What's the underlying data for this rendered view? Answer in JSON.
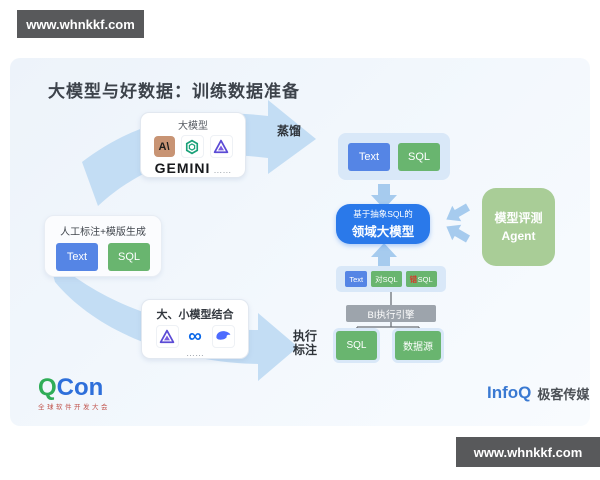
{
  "watermarks": {
    "top": "www.whnkkf.com",
    "bottom": "www.whnkkf.com"
  },
  "title": "大模型与好数据：训练数据准备",
  "llm_box": {
    "label": "大模型",
    "brand": "GEMINI",
    "more": "……"
  },
  "labels": {
    "distill": "蒸馏",
    "exec_line1": "执行",
    "exec_line2": "标注"
  },
  "distilled": {
    "text": "Text",
    "sql": "SQL"
  },
  "center_model": {
    "line1": "基于抽象SQL的",
    "line2": "领域大模型"
  },
  "agent": {
    "line1": "模型评测",
    "line2": "Agent"
  },
  "manual": {
    "label": "人工标注+模版生成",
    "text": "Text",
    "sql": "SQL"
  },
  "combine": {
    "label": "大、小模型结合",
    "more": "……"
  },
  "results": {
    "text": "Text",
    "right_sql": "对SQL",
    "wrong_char": "错",
    "wrong_sql": "SQL"
  },
  "bi_engine": "BI执行引擎",
  "exec_boxes": {
    "sql": "SQL",
    "datasource": "数据源"
  },
  "footer": {
    "qcon_q": "Q",
    "qcon_con": "Con",
    "qcon_sub": "全球软件开发大会",
    "infoq": "InfoQ",
    "infoq_media": "极客传媒"
  },
  "icon_names": [
    "anthropic-logo",
    "openai-logo",
    "tongyi-logo",
    "meta-logo",
    "deepseek-logo"
  ],
  "colors": {
    "accent_blue": "#2a79ea",
    "box_blue": "#5585e5",
    "box_green": "#69b56f",
    "agent_green": "#a9cd97",
    "swoosh_blue": "#c3ddf4",
    "arrow_blue": "#a6cbee",
    "container_blue": "#d9e8f8",
    "engine_gray": "#9da4ac",
    "banner_gray": "#58595b"
  }
}
